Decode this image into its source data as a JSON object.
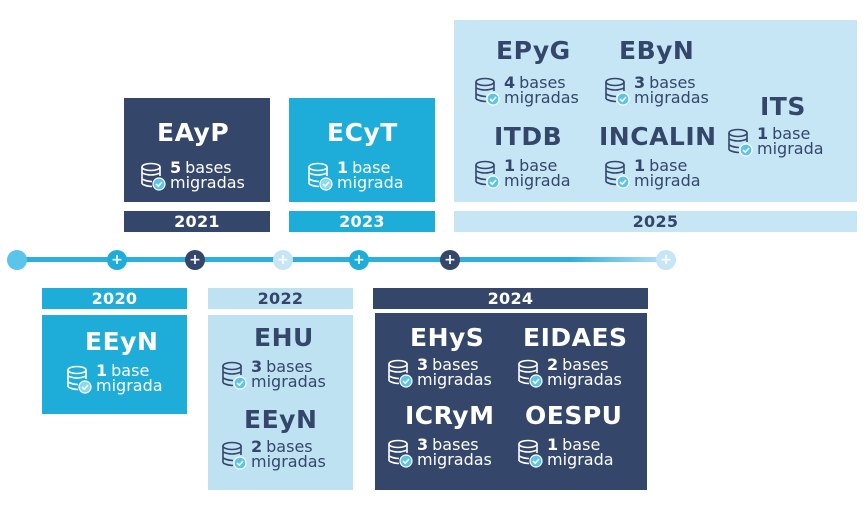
{
  "timeline": {
    "years": {
      "y2020": "2020",
      "y2021": "2021",
      "y2022": "2022",
      "y2023": "2023",
      "y2024": "2024",
      "y2025": "2025"
    },
    "marker_symbol": "+"
  },
  "cards": {
    "c2020": [
      {
        "school": "EEyN",
        "count": "1",
        "line1": "base",
        "line2": "migrada"
      }
    ],
    "c2021": [
      {
        "school": "EAyP",
        "count": "5",
        "line1": "bases",
        "line2": "migradas"
      }
    ],
    "c2022": [
      {
        "school": "EHU",
        "count": "3",
        "line1": "bases",
        "line2": "migradas"
      },
      {
        "school": "EEyN",
        "count": "2",
        "line1": "bases",
        "line2": "migradas"
      }
    ],
    "c2023": [
      {
        "school": "ECyT",
        "count": "1",
        "line1": "base",
        "line2": "migrada"
      }
    ],
    "c2024": [
      {
        "school": "EHyS",
        "count": "3",
        "line1": "bases",
        "line2": "migradas"
      },
      {
        "school": "EIDAES",
        "count": "2",
        "line1": "bases",
        "line2": "migradas"
      },
      {
        "school": "ICRyM",
        "count": "3",
        "line1": "bases",
        "line2": "migradas"
      },
      {
        "school": "OESPU",
        "count": "1",
        "line1": "base",
        "line2": "migrada"
      }
    ],
    "c2025": [
      {
        "school": "EPyG",
        "count": "4",
        "line1": "bases",
        "line2": "migradas"
      },
      {
        "school": "EByN",
        "count": "3",
        "line1": "bases",
        "line2": "migradas"
      },
      {
        "school": "ITS",
        "count": "1",
        "line1": "base",
        "line2": "migrada"
      },
      {
        "school": "ITDB",
        "count": "1",
        "line1": "base",
        "line2": "migrada"
      },
      {
        "school": "INCALIN",
        "count": "1",
        "line1": "base",
        "line2": "migrada"
      }
    ]
  },
  "icon": "database-check-icon",
  "colors": {
    "dark": "#34466a",
    "cyan": "#1eadd8",
    "pale": "#c6e6f6",
    "line": "#2bb0dc"
  }
}
